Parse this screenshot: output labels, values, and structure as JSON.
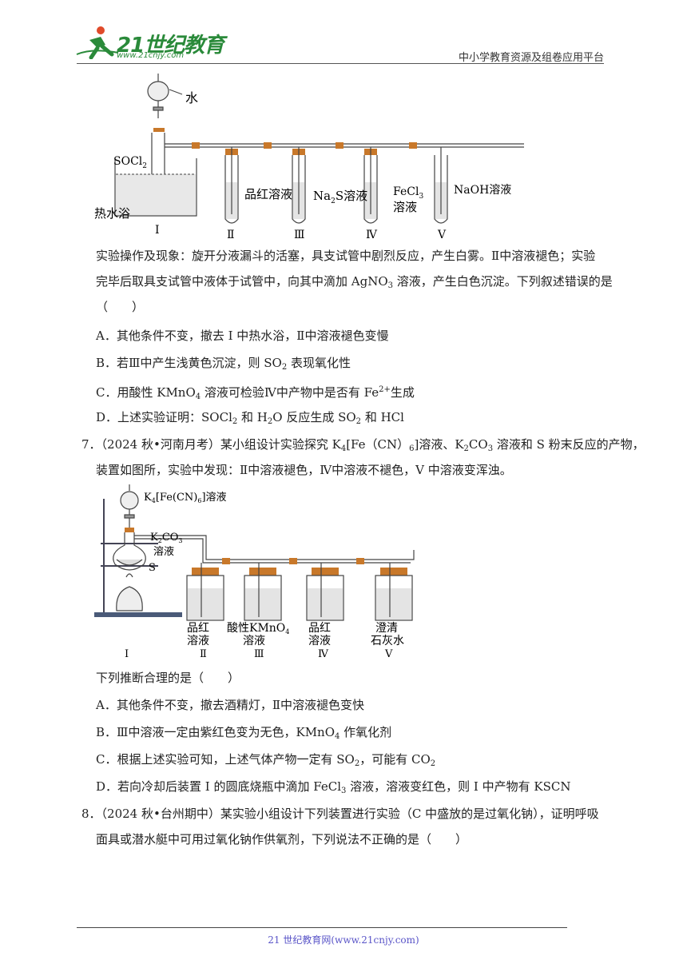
{
  "header": {
    "logo_text": "21世纪教育",
    "logo_url": "www.21cnjy.com",
    "platform": "中小学教育资源及组卷应用平台"
  },
  "fig1": {
    "water": "水",
    "socl2": "SOCl",
    "socl2_sub": "2",
    "bath": "热水浴",
    "t2": "品红溶液",
    "t3_a": "Na",
    "t3_sub": "2",
    "t3_b": "S溶液",
    "t4_a": "FeCl",
    "t4_sub": "3",
    "t4_b": "溶液",
    "t5": "NaOH溶液",
    "n1": "I",
    "n2": "Ⅱ",
    "n3": "Ⅲ",
    "n4": "Ⅳ",
    "n5": "V"
  },
  "q6": {
    "line1": "实验操作及现象：旋开分液漏斗的活塞，具支试管中剧烈反应，产生白雾。Ⅱ中溶液褪色；实验",
    "line2_a": "完毕后取具支试管中液体于试管中，向其中滴加 AgNO",
    "line2_sub": "3",
    "line2_b": " 溶液，产生白色沉淀。下列叙述错误的是",
    "line3": "（　　）",
    "A": "A．其他条件不变，撤去 I 中热水浴，Ⅱ中溶液褪色变慢",
    "B_a": "B．若Ⅲ中产生浅黄色沉淀，则 SO",
    "B_sub": "2",
    "B_b": " 表现氧化性",
    "C_a": "C．用酸性 KMnO",
    "C_sub": "4",
    "C_b": " 溶液可检验Ⅳ中产物中是否有 Fe",
    "C_sup": "2+",
    "C_c": "生成",
    "D_a": "D．上述实验证明：SOCl",
    "D_sub1": "2",
    "D_b": " 和 H",
    "D_sub2": "2",
    "D_c": "O 反应生成 SO",
    "D_sub3": "2",
    "D_d": " 和 HCl"
  },
  "q7": {
    "line1_a": "7．（2024 秋•河南月考）某小组设计实验探究 K",
    "line1_sub1": "4",
    "line1_b": "[Fe（CN）",
    "line1_sub2": "6",
    "line1_c": "]溶液、K",
    "line1_sub3": "2",
    "line1_d": "CO",
    "line1_sub4": "3",
    "line1_e": " 溶液和 S 粉末反应的产物，",
    "line2": "装置如图所，实验中发现：Ⅱ中溶液褪色，Ⅳ中溶液不褪色，V 中溶液变浑浊。",
    "ask": "下列推断合理的是（　　）",
    "A": "A．其他条件不变，撤去酒精灯，Ⅱ中溶液褪色变快",
    "B_a": "B．Ⅲ中溶液一定由紫红色变为无色，KMnO",
    "B_sub": "4",
    "B_b": " 作氧化剂",
    "C_a": "C．根据上述实验可知，上述气体产物一定有 SO",
    "C_sub1": "2",
    "C_b": "，可能有 CO",
    "C_sub2": "2",
    "D_a": "D．若向冷却后装置 I 的圆底烧瓶中滴加 FeCl",
    "D_sub": "3",
    "D_b": " 溶液，溶液变红色，则 I 中产物有 KSCN"
  },
  "fig2": {
    "k4_a": "K",
    "k4_sub1": "4",
    "k4_b": "[Fe(CN)",
    "k4_sub2": "6",
    "k4_c": "]溶液",
    "k2_a": "K",
    "k2_sub1": "2",
    "k2_b": "CO",
    "k2_sub2": "3",
    "k2_c": "溶液",
    "s": "S",
    "b2_1": "品红",
    "b2_2": "溶液",
    "b3_1": "酸性KMnO",
    "b3_sub": "4",
    "b3_2": "溶液",
    "b4_1": "品红",
    "b4_2": "溶液",
    "b5_1": "澄清",
    "b5_2": "石灰水",
    "n1": "I",
    "n2": "Ⅱ",
    "n3": "Ⅲ",
    "n4": "Ⅳ",
    "n5": "V"
  },
  "q8": {
    "line1": "8．（2024 秋•台州期中）某实验小组设计下列装置进行实验（C 中盛放的是过氧化钠），证明呼吸",
    "line2": "面具或潜水艇中可用过氧化钠作供氧剂，下列说法不正确的是（　　）"
  },
  "footer": {
    "text": "21 世纪教育网(www.21cnjy.com)"
  }
}
